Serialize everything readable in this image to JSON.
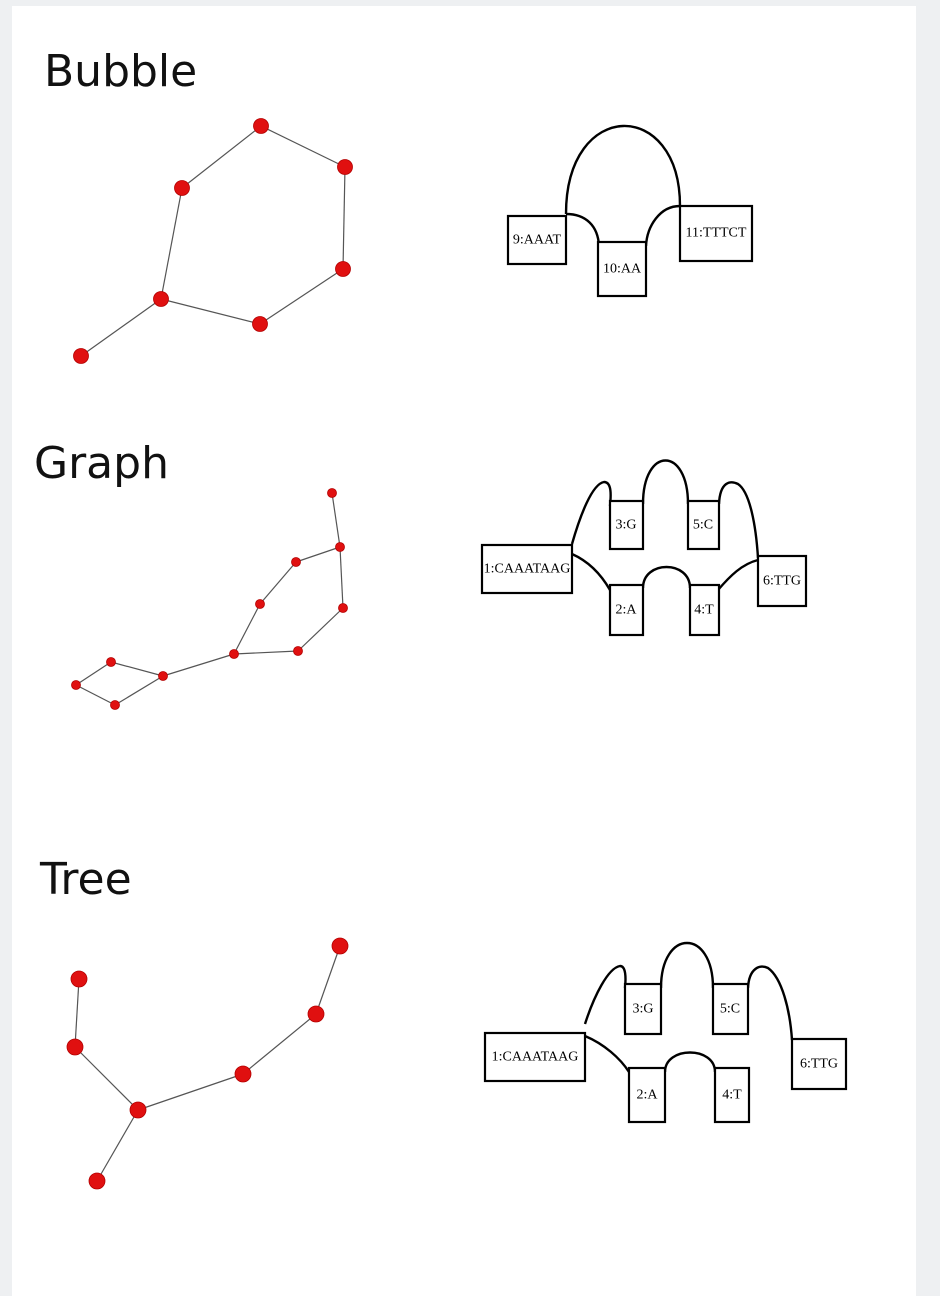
{
  "sections": [
    {
      "title": "Bubble",
      "boxes": [
        "9:AAAT",
        "10:AA",
        "11:TTTCT"
      ]
    },
    {
      "title": "Graph",
      "boxes": [
        "1:CAAATAAG",
        "3:G",
        "5:C",
        "2:A",
        "4:T",
        "6:TTG"
      ]
    },
    {
      "title": "Tree",
      "boxes": [
        "1:CAAATAAG",
        "3:G",
        "5:C",
        "2:A",
        "4:T",
        "6:TTG"
      ]
    }
  ],
  "colors": {
    "node": "#e01010",
    "edge": "#555555",
    "box_stroke": "#000000"
  }
}
